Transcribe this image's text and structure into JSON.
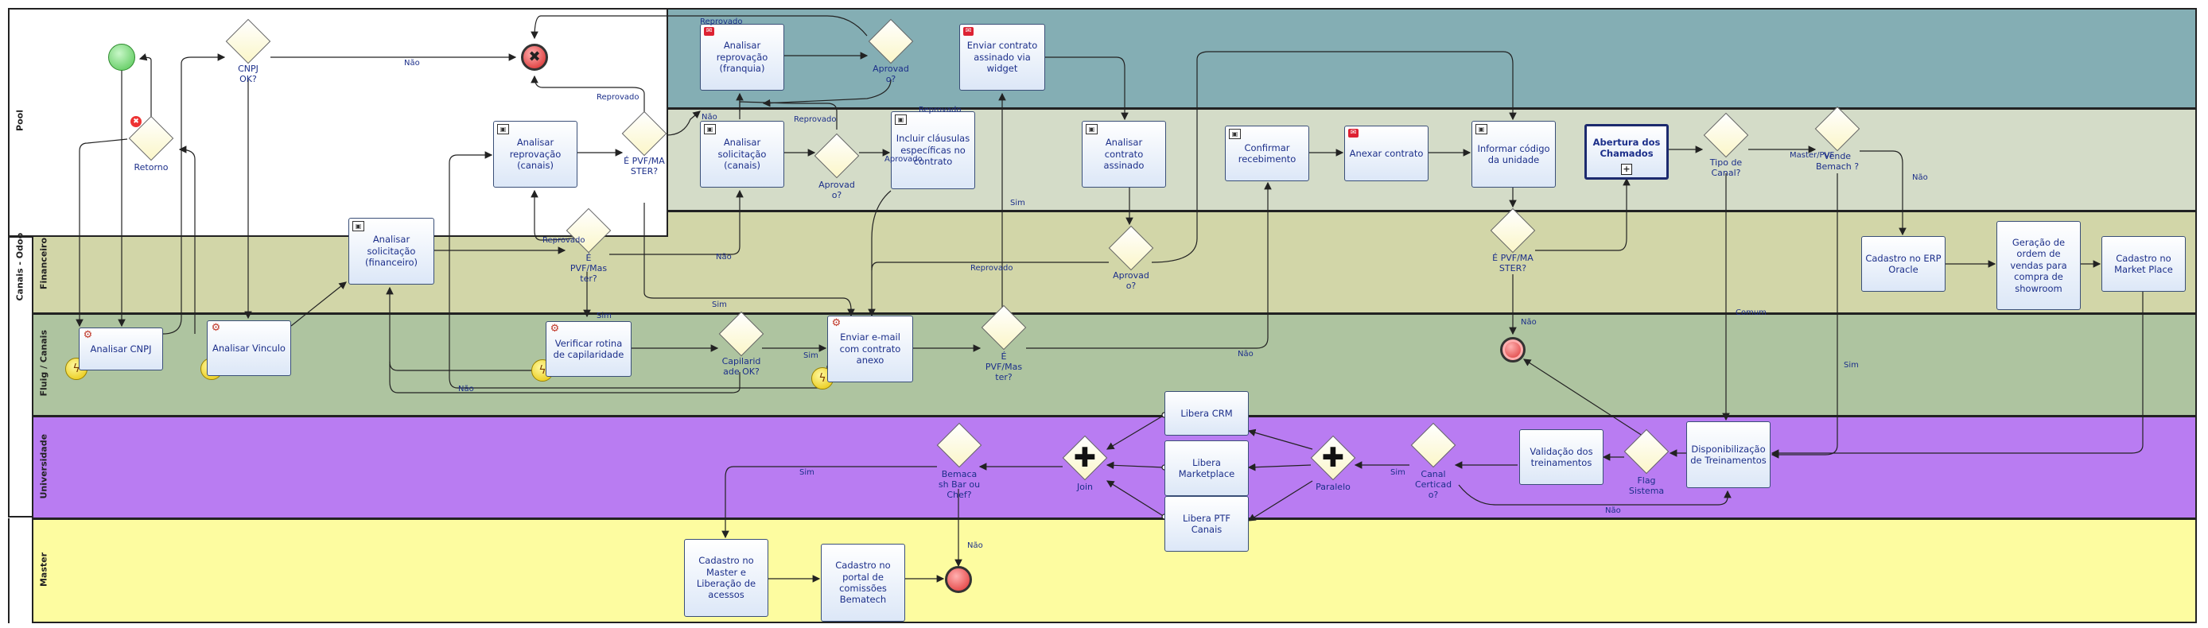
{
  "lanes": {
    "pool": "Pool",
    "canais": "Canais - Odoo",
    "financeiro": "Financeiro",
    "fluig": "Fluig / Canais",
    "universidade": "Universidade",
    "master": "Master"
  },
  "tasks": {
    "analisar_cnpj": "Analisar CNPJ",
    "analisar_vinculo": "Analisar Vinculo",
    "analisar_solic_fin": "Analisar solicitação (financeiro)",
    "analisar_reprov_canais": "Analisar reprovação (canais)",
    "verificar_rotina": "Verificar rotina de capilaridade",
    "analisar_reprov_franquia": "Analisar reprovação (franquia)",
    "analisar_solic_canais": "Analisar solicitação (canais)",
    "incluir_clausulas": "Incluir cláusulas específicas no contrato",
    "enviar_email": "Enviar e-mail com contrato anexo",
    "enviar_contrato": "Enviar contrato assinado via widget",
    "analisar_contrato": "Analisar contrato assinado",
    "confirmar_recebimento": "Confirmar recebimento",
    "anexar_contrato": "Anexar contrato",
    "informar_codigo": "Informar código da unidade",
    "abertura_chamados": "Abertura dos Chamados",
    "cadastro_erp": "Cadastro no ERP Oracle",
    "geracao_ordem": "Geração de ordem de vendas para compra de showroom",
    "cadastro_market": "Cadastro no Market Place",
    "libera_crm": "Libera CRM",
    "libera_marketplace": "Libera Marketplace",
    "libera_ptf": "Libera PTF Canais",
    "validacao_treinamentos": "Validação dos treinamentos",
    "disponibilizacao": "Disponibilização de Treinamentos",
    "cadastro_master": "Cadastro no Master e Liberação de acessos",
    "cadastro_portal": "Cadastro no portal de comissões Bematech"
  },
  "gateways": {
    "retorno": "Retorno",
    "cnpj_ok": "CNPJ OK?",
    "pvf_master_1": "É PVF/Mas ter?",
    "pvf_master_pool": "É PVF/MA STER?",
    "aprovado_top": "Aprovad o?",
    "aprovado_canais": "Aprovad o?",
    "capilaridade": "Capilarid ade OK?",
    "pvf_master_fluig": "É PVF/Mas ter?",
    "aprovado_fin": "Aprovad o?",
    "pvf_master_fin": "É PVF/MA STER?",
    "tipo_canal": "Tipo de Canal?",
    "vende_bemach": "Vende Bemach ?",
    "bemacash": "Bemaca sh Bar ou Chef?",
    "join": "Join",
    "paralelo": "Paralelo",
    "canal_certificado": "Canal Certicad o?",
    "flag_sistema": "Flag Sistema"
  },
  "flow_labels": {
    "nao_cnpj": "Não",
    "reprovado_1": "Reprovado",
    "reprovado_2": "Reprovado",
    "reprovado_top": "Reprovado",
    "reprovado_mid": "Reprovado",
    "reprovado_canais": "Reprovado",
    "aprovado_label": "Aprovado",
    "nao_pool": "Não",
    "nao_fin": "Não",
    "sim_1": "Sim",
    "sim_2": "Sim",
    "sim_3": "Sim",
    "sim_4": "Sim",
    "nao_fluig": "Não",
    "nao_cap": "Não",
    "reprovado_fin": "Reprovado",
    "master_pvf": "Master/PVF",
    "nao_vende": "Não",
    "comum": "Comum",
    "sim_vende": "Sim",
    "nao_fim": "Não",
    "sim_univ": "Sim",
    "sim_canal": "Sim",
    "nao_canal": "Não",
    "nao_bemacash": "Não"
  },
  "icons": {
    "service": "gear-icon",
    "user": "user-task-icon",
    "message": "envelope-icon",
    "error": "error-x-icon",
    "subprocess": "plus-marker-icon",
    "signal": "lightning-icon"
  },
  "colors": {
    "pool_top": "#84aeb4",
    "canais": "#d4dcc8",
    "financeiro": "#d2d6a8",
    "fluig": "#aec4a0",
    "universidade": "#b97cf2",
    "master": "#fdfca0",
    "task_text": "#1c2f8a"
  }
}
